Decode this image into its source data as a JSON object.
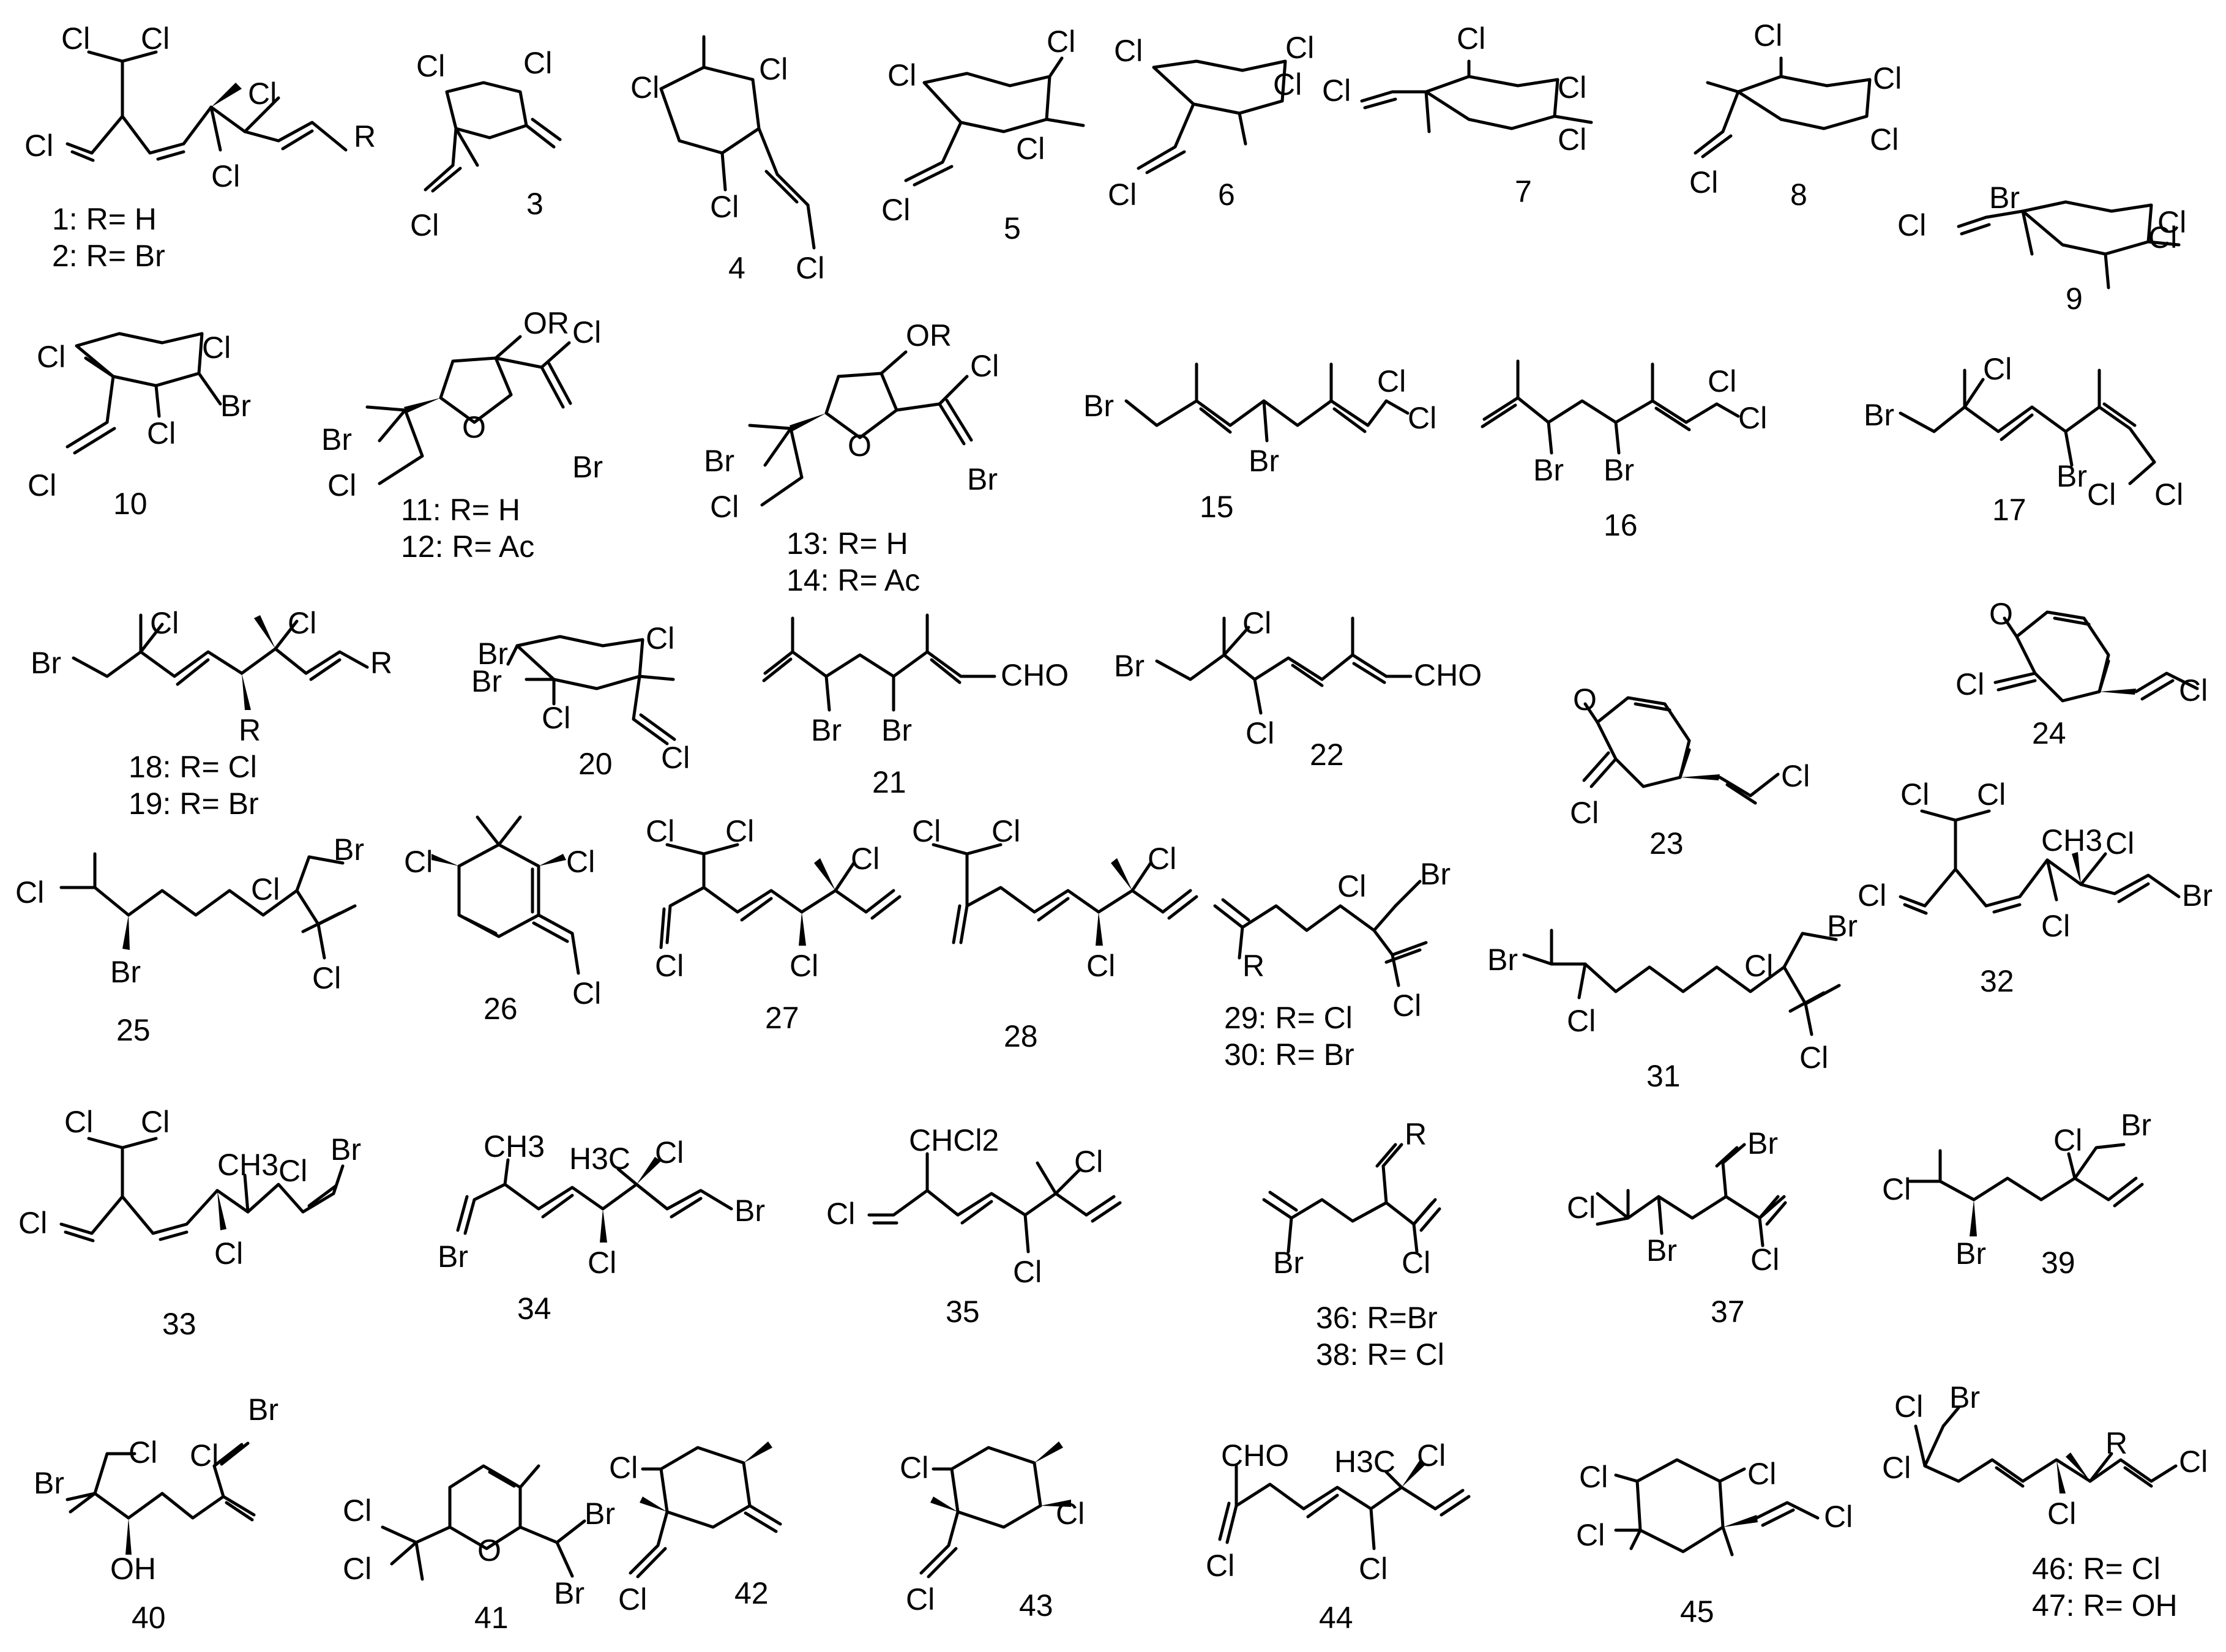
{
  "compounds": [
    {
      "id": "1",
      "caption": "1: R= H"
    },
    {
      "id": "2",
      "caption": "2: R= Br"
    },
    {
      "id": "3",
      "caption": "3"
    },
    {
      "id": "4",
      "caption": "4"
    },
    {
      "id": "5",
      "caption": "5"
    },
    {
      "id": "6",
      "caption": "6"
    },
    {
      "id": "7",
      "caption": "7"
    },
    {
      "id": "8",
      "caption": "8"
    },
    {
      "id": "9",
      "caption": "9"
    },
    {
      "id": "10",
      "caption": "10"
    },
    {
      "id": "11",
      "caption": "11: R= H"
    },
    {
      "id": "12",
      "caption": "12: R= Ac"
    },
    {
      "id": "13",
      "caption": "13: R= H"
    },
    {
      "id": "14",
      "caption": "14: R= Ac"
    },
    {
      "id": "15",
      "caption": "15"
    },
    {
      "id": "16",
      "caption": "16"
    },
    {
      "id": "17",
      "caption": "17"
    },
    {
      "id": "18",
      "caption": "18: R= Cl"
    },
    {
      "id": "19",
      "caption": "19: R= Br"
    },
    {
      "id": "20",
      "caption": "20"
    },
    {
      "id": "21",
      "caption": "21"
    },
    {
      "id": "22",
      "caption": "22"
    },
    {
      "id": "23",
      "caption": "23"
    },
    {
      "id": "24",
      "caption": "24"
    },
    {
      "id": "25",
      "caption": "25"
    },
    {
      "id": "26",
      "caption": "26"
    },
    {
      "id": "27",
      "caption": "27"
    },
    {
      "id": "28",
      "caption": "28"
    },
    {
      "id": "29",
      "caption": "29: R= Cl"
    },
    {
      "id": "30",
      "caption": "30: R= Br"
    },
    {
      "id": "31",
      "caption": "31"
    },
    {
      "id": "32",
      "caption": "32"
    },
    {
      "id": "33",
      "caption": "33"
    },
    {
      "id": "34",
      "caption": "34"
    },
    {
      "id": "35",
      "caption": "35"
    },
    {
      "id": "36",
      "caption": "36: R=Br"
    },
    {
      "id": "38",
      "caption": "38: R= Cl"
    },
    {
      "id": "37",
      "caption": "37"
    },
    {
      "id": "39",
      "caption": "39"
    },
    {
      "id": "40",
      "caption": "40"
    },
    {
      "id": "41",
      "caption": "41"
    },
    {
      "id": "42",
      "caption": "42"
    },
    {
      "id": "43",
      "caption": "43"
    },
    {
      "id": "44",
      "caption": "44"
    },
    {
      "id": "45",
      "caption": "45"
    },
    {
      "id": "46",
      "caption": "46: R= Cl"
    },
    {
      "id": "47",
      "caption": "47: R= OH"
    }
  ],
  "atom_labels": {
    "cl": "Cl",
    "br": "Br",
    "r": "R",
    "or": "OR",
    "o": "O",
    "oh": "OH",
    "cho": "CHO",
    "ch3": "CH3",
    "h3c": "H3C",
    "chcl2": "CHCl2"
  }
}
